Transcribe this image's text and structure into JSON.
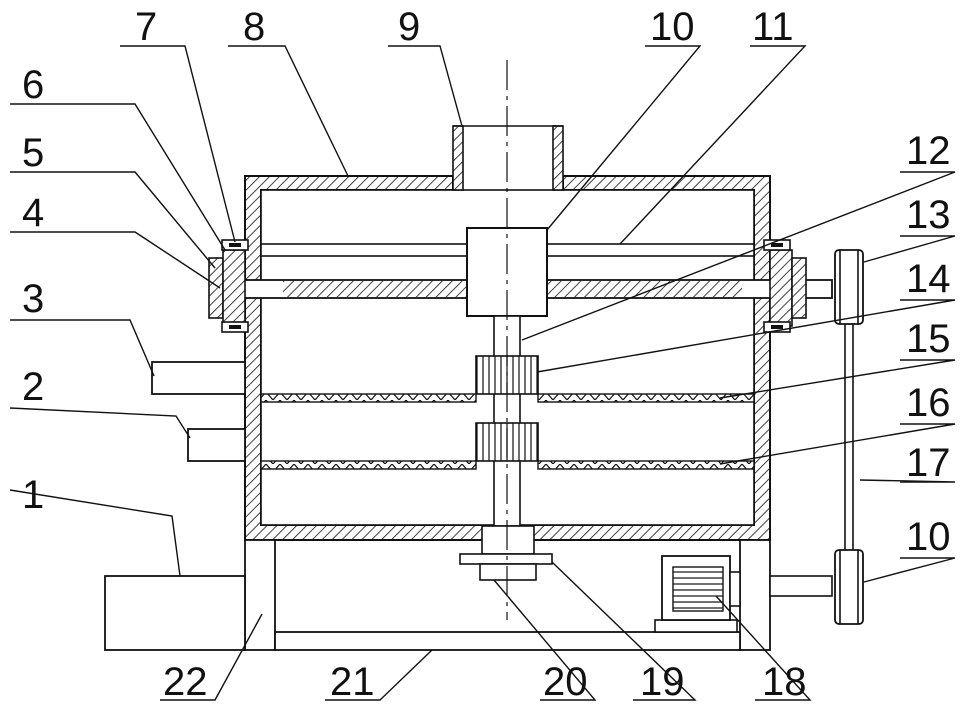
{
  "labels": {
    "l1": "1",
    "l2": "2",
    "l3": "3",
    "l4": "4",
    "l5": "5",
    "l6": "6",
    "l7": "7",
    "l8": "8",
    "l9": "9",
    "l10a": "10",
    "l11": "11",
    "l12": "12",
    "l13": "13",
    "l14": "14",
    "l15": "15",
    "l16": "16",
    "l17": "17",
    "l10b": "10",
    "l18": "18",
    "l19": "19",
    "l20": "20",
    "l21": "21",
    "l22": "22"
  }
}
